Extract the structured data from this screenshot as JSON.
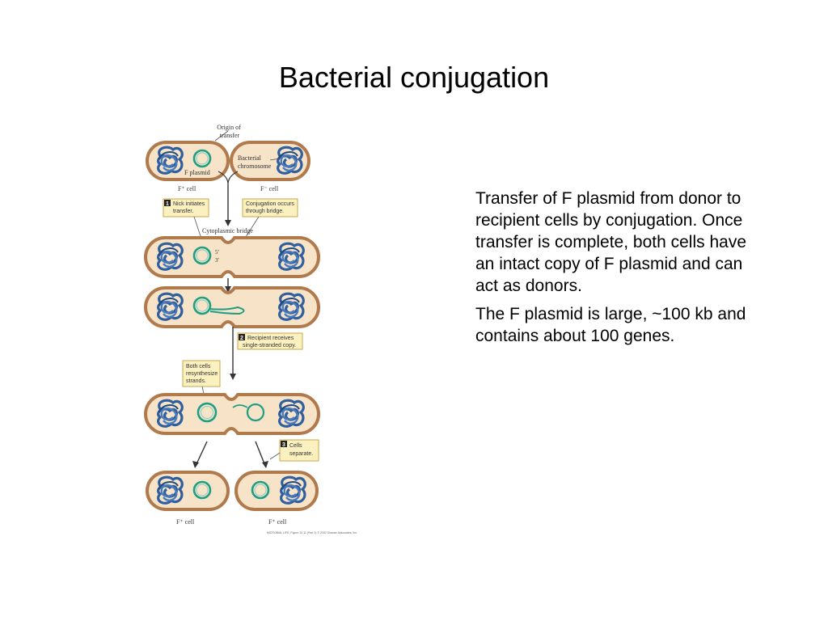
{
  "slide": {
    "title": "Bacterial conjugation",
    "paragraphs": [
      "Transfer of F plasmid from donor to recipient cells by conjugation. Once transfer is complete, both cells have an intact copy of F plasmid and can act as donors.",
      "The F plasmid is large, ~100 kb and contains about 100 genes."
    ]
  },
  "figure": {
    "labels": {
      "origin_of_transfer": [
        "Origin of",
        "transfer"
      ],
      "f_plasmid": "F plasmid",
      "bacterial_chromosome": [
        "Bacterial",
        "chromosome"
      ],
      "f_plus_cell": "F⁺ cell",
      "f_minus_cell": "F⁻ cell",
      "cytoplasmic_bridge": "Cytoplasmic bridge",
      "five_prime": "5′",
      "three_prime": "3′",
      "final_left": "F⁺ cell",
      "final_right": "F⁺ cell",
      "credit": "MICROBIAL LIFE, Figure 10.11 (Part 2) © 2002 Sinauer Associates, Inc."
    },
    "callouts": {
      "step1": {
        "number": "1",
        "lines": [
          "Nick initiates",
          "transfer."
        ]
      },
      "conjugation": {
        "lines": [
          "Conjugation occurs",
          "through bridge."
        ]
      },
      "step2": {
        "number": "2",
        "lines": [
          "Recipient receives",
          "single-stranded copy."
        ]
      },
      "resynth": {
        "lines": [
          "Both cells",
          "resynthesize",
          "strands."
        ]
      },
      "step3": {
        "number": "3",
        "lines": [
          "Cells",
          "separate."
        ]
      }
    },
    "colors": {
      "cell_outline": "#b07a4c",
      "cytoplasm": "#f6e3c8",
      "chromosome": "#2f5f9e",
      "plasmid": "#1f9e85",
      "callout_fill": "#fbf0bf",
      "callout_border": "#c9a94a"
    }
  }
}
